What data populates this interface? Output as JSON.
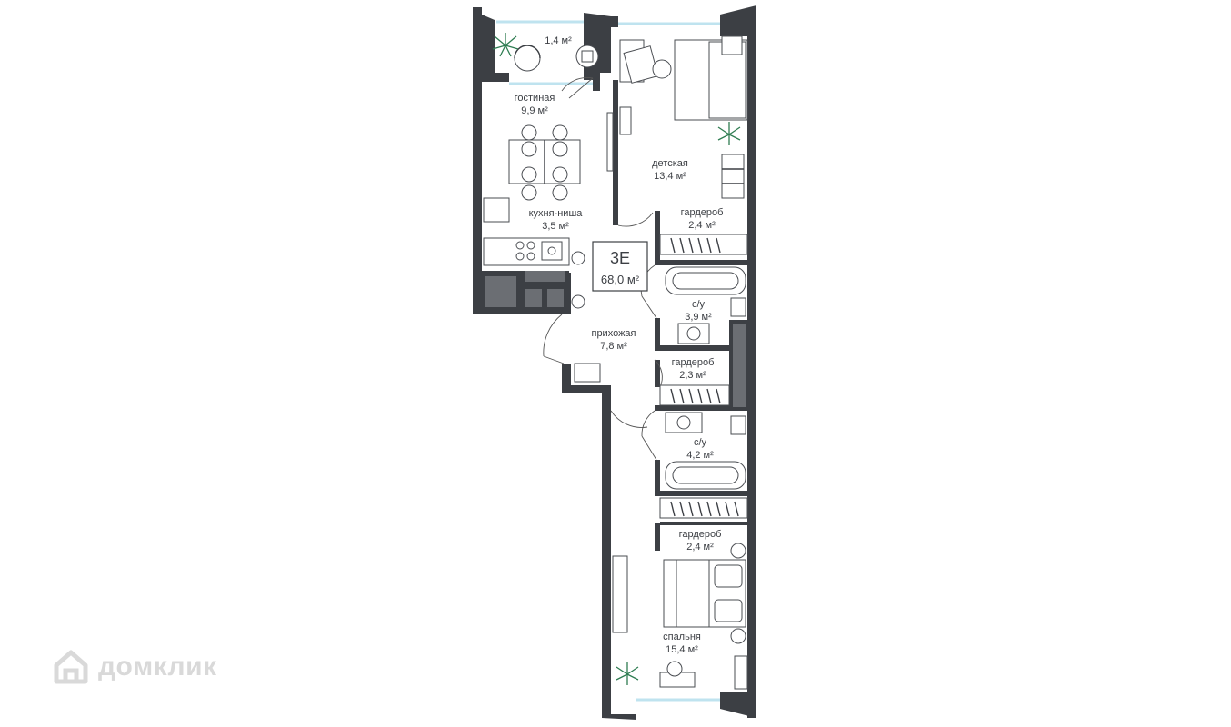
{
  "apartment": {
    "code": "3E",
    "area": "68,0 м²"
  },
  "rooms": {
    "balcony": {
      "area": "1,4 м²"
    },
    "living": {
      "name": "гостиная",
      "area": "9,9 м²"
    },
    "kitchen": {
      "name": "кухня-ниша",
      "area": "3,5 м²"
    },
    "kids": {
      "name": "детская",
      "area": "13,4 м²"
    },
    "wardrobe1": {
      "name": "гардероб",
      "area": "2,4 м²"
    },
    "bath1": {
      "name": "с/у",
      "area": "3,9 м²"
    },
    "hall": {
      "name": "прихожая",
      "area": "7,8 м²"
    },
    "wardrobe2": {
      "name": "гардероб",
      "area": "2,3 м²"
    },
    "bath2": {
      "name": "с/у",
      "area": "4,2 м²"
    },
    "wardrobe3": {
      "name": "гардероб",
      "area": "2,4 м²"
    },
    "bedroom": {
      "name": "спальня",
      "area": "15,4 м²"
    }
  },
  "brand": {
    "watermark": "домклик",
    "icon": "house-logo-icon"
  },
  "colors": {
    "wall": "#3c3f44",
    "glass": "#bfe3ef",
    "plant": "#2f7d52",
    "watermark": "#d9d9d9"
  }
}
